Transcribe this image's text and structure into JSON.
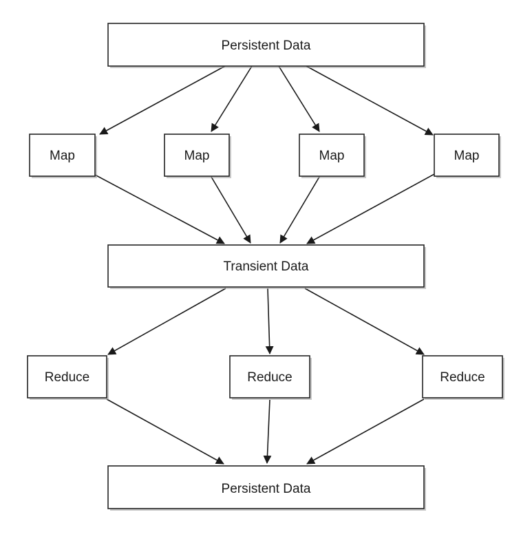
{
  "diagram": {
    "nodes": {
      "persistent_top": {
        "label": "Persistent Data"
      },
      "map_1": {
        "label": "Map"
      },
      "map_2": {
        "label": "Map"
      },
      "map_3": {
        "label": "Map"
      },
      "map_4": {
        "label": "Map"
      },
      "transient": {
        "label": "Transient Data"
      },
      "reduce_1": {
        "label": "Reduce"
      },
      "reduce_2": {
        "label": "Reduce"
      },
      "reduce_3": {
        "label": "Reduce"
      },
      "persistent_bottom": {
        "label": "Persistent Data"
      }
    },
    "edges": [
      {
        "from": "persistent_top",
        "to": "map_1"
      },
      {
        "from": "persistent_top",
        "to": "map_2"
      },
      {
        "from": "persistent_top",
        "to": "map_3"
      },
      {
        "from": "persistent_top",
        "to": "map_4"
      },
      {
        "from": "map_1",
        "to": "transient"
      },
      {
        "from": "map_2",
        "to": "transient"
      },
      {
        "from": "map_3",
        "to": "transient"
      },
      {
        "from": "map_4",
        "to": "transient"
      },
      {
        "from": "transient",
        "to": "reduce_1"
      },
      {
        "from": "transient",
        "to": "reduce_2"
      },
      {
        "from": "transient",
        "to": "reduce_3"
      },
      {
        "from": "reduce_1",
        "to": "persistent_bottom"
      },
      {
        "from": "reduce_2",
        "to": "persistent_bottom"
      },
      {
        "from": "reduce_3",
        "to": "persistent_bottom"
      }
    ]
  }
}
